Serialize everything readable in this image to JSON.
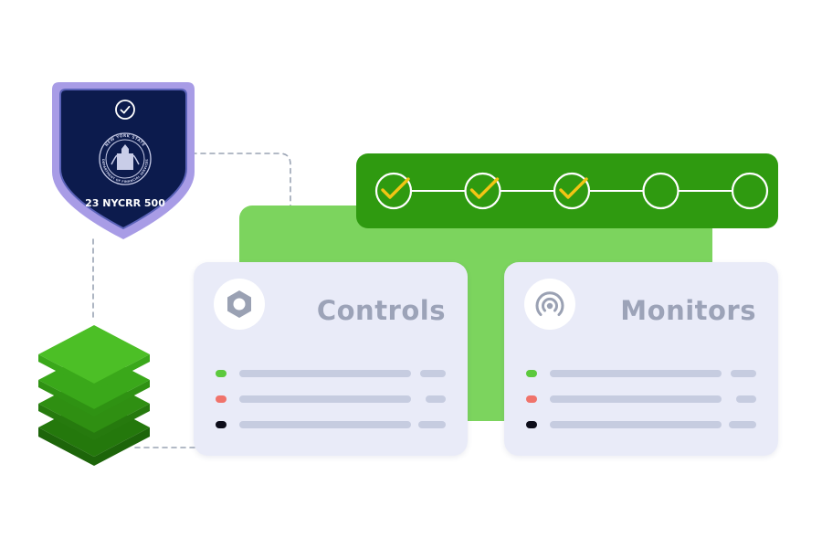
{
  "badge": {
    "seal_text_top": "NEW YORK STATE",
    "seal_text_bottom": "DEPARTMENT OF FINANCIAL SERVICES",
    "regulation_label": "23 NYCRR 500",
    "icons": [
      "check-circle-icon",
      "state-seal-icon"
    ]
  },
  "progress": {
    "steps_total": 5,
    "steps_completed": 3
  },
  "controls_card": {
    "title": "Controls",
    "icon": "hexagon-nut-icon",
    "rows": [
      {
        "status": "green"
      },
      {
        "status": "red"
      },
      {
        "status": "black"
      }
    ]
  },
  "monitors_card": {
    "title": "Monitors",
    "icon": "broadcast-signal-icon",
    "rows": [
      {
        "status": "green"
      },
      {
        "status": "red"
      },
      {
        "status": "black"
      }
    ]
  },
  "layers_icon": "stacked-layers-icon",
  "colors": {
    "green_dark": "#2f9a10",
    "green_light": "#7cd45e",
    "step_check": "#f2c514",
    "badge_navy": "#0c1b4d",
    "badge_lavender": "#a89ce6",
    "card_bg": "#e9ebf8",
    "title_gray": "#9ca3b8",
    "line_gray": "#c6cce0",
    "status_green": "#5cc93d",
    "status_red": "#f0736b",
    "status_black": "#0d0d1a",
    "connector": "#9aa4b4"
  }
}
